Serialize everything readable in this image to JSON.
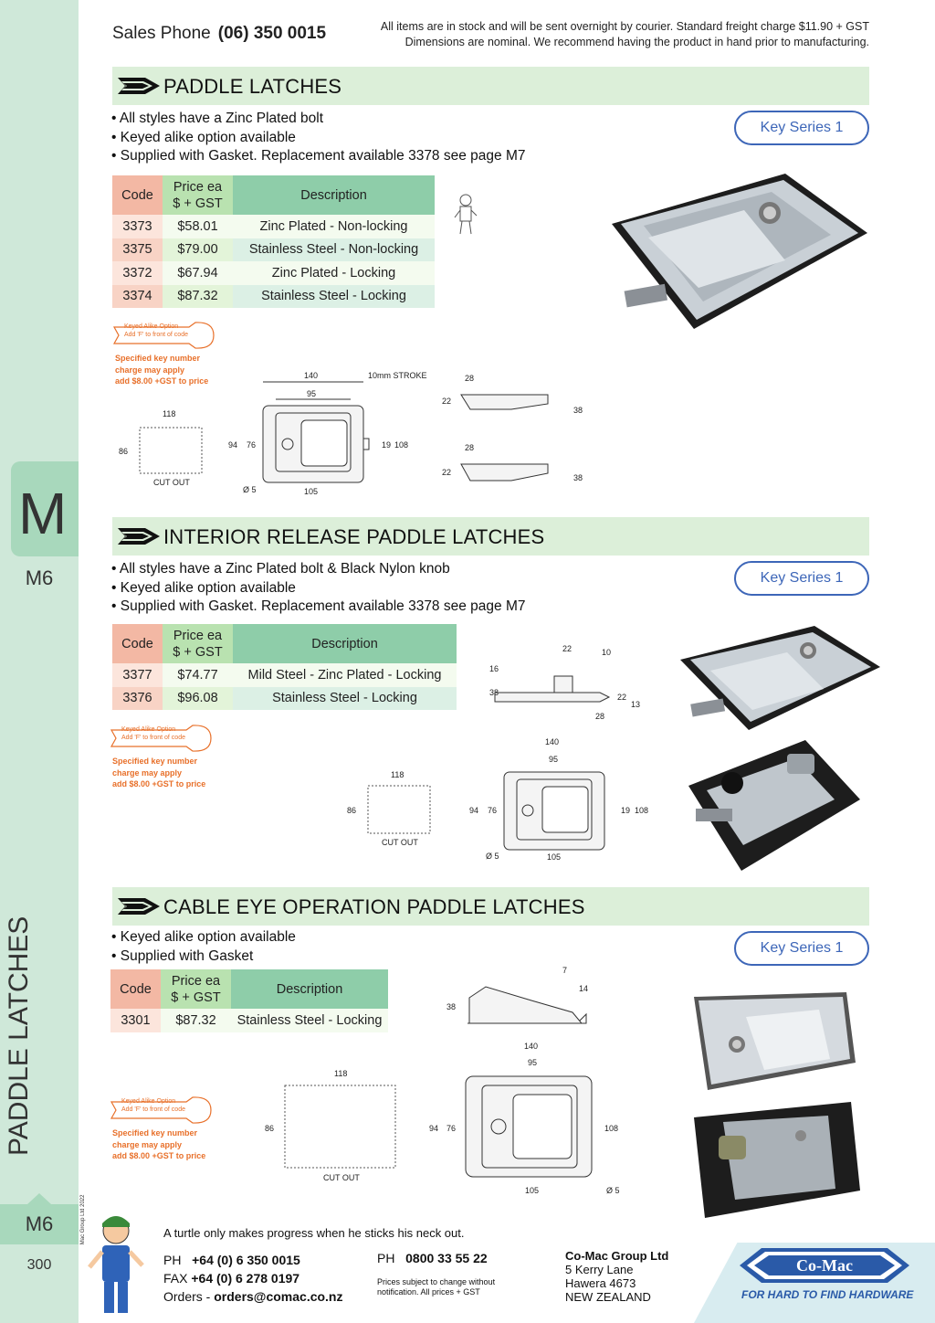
{
  "header": {
    "sales_label": "Sales Phone",
    "sales_phone": "(06) 350 0015",
    "notice_line1": "All items are in stock and will be sent overnight by courier. Standard freight charge $11.90 + GST",
    "notice_line2": "Dimensions are nominal. We recommend having the product in hand prior to manufacturing."
  },
  "sidebar": {
    "tab_letter": "M",
    "tab_code": "M6",
    "vertical_title": "PADDLE LATCHES",
    "bottom_code": "M6",
    "page_number": "300",
    "copyright": "© Co-Mac Group Ltd 2022"
  },
  "key_series_label": "Key Series 1",
  "table_headers": {
    "code": "Code",
    "price_line1": "Price ea",
    "price_line2": "$ + GST",
    "description": "Description"
  },
  "keytag": {
    "line1": "Keyed Alike Option",
    "line2": "Add 'F' to front of code",
    "spec1": "Specified key number",
    "spec2": "charge may apply",
    "spec3": "add $8.00 +GST to price"
  },
  "dims": {
    "cutout": "CUT OUT",
    "d118": "118",
    "d86": "86",
    "d140": "140",
    "d95": "95",
    "d94": "94",
    "d76": "76",
    "d19": "19",
    "d108": "108",
    "d105": "105",
    "d5": "Ø 5",
    "d28": "28",
    "d22": "22",
    "d38": "38",
    "stroke": "10mm STROKE",
    "d16": "16",
    "d10": "10",
    "d13": "13",
    "d7": "7",
    "d14": "14"
  },
  "sections": [
    {
      "title": "PADDLE LATCHES",
      "bullets": [
        "• All styles have a Zinc Plated bolt",
        "• Keyed alike option available",
        "• Supplied with Gasket. Replacement available 3378 see page M7"
      ],
      "rows": [
        {
          "code": "3373",
          "price": "$58.01",
          "description": "Zinc Plated - Non-locking"
        },
        {
          "code": "3375",
          "price": "$79.00",
          "description": "Stainless Steel - Non-locking"
        },
        {
          "code": "3372",
          "price": "$67.94",
          "description": "Zinc Plated - Locking"
        },
        {
          "code": "3374",
          "price": "$87.32",
          "description": "Stainless Steel - Locking"
        }
      ]
    },
    {
      "title": "INTERIOR RELEASE PADDLE LATCHES",
      "bullets": [
        "• All styles have a Zinc Plated bolt & Black Nylon knob",
        "• Keyed alike option available",
        "• Supplied with Gasket. Replacement available 3378 see page M7"
      ],
      "rows": [
        {
          "code": "3377",
          "price": "$74.77",
          "description": "Mild Steel - Zinc Plated - Locking"
        },
        {
          "code": "3376",
          "price": "$96.08",
          "description": "Stainless Steel - Locking"
        }
      ]
    },
    {
      "title": "CABLE EYE OPERATION PADDLE LATCHES",
      "bullets": [
        "• Keyed alike option available",
        "• Supplied with Gasket"
      ],
      "rows": [
        {
          "code": "3301",
          "price": "$87.32",
          "description": "Stainless Steel - Locking"
        }
      ]
    }
  ],
  "footer": {
    "turtle": "A turtle only makes progress when he sticks his neck out.",
    "ph_label": "PH",
    "ph": "+64 (0) 6 350 0015",
    "fax_label": "FAX",
    "fax": "+64 (0) 6 278 0197",
    "orders_label": "Orders -",
    "orders": "orders@comac.co.nz",
    "ph2_label": "PH",
    "ph2": "0800 33 55 22",
    "prices1": "Prices subject to change without",
    "prices2": "notification. All prices + GST",
    "company": "Co-Mac Group Ltd",
    "addr1": "5 Kerry Lane",
    "addr2": "Hawera 4673",
    "addr3": "NEW ZEALAND",
    "logo": "Co-Mac",
    "slogan": "FOR HARD TO FIND HARDWARE"
  },
  "colors": {
    "accent_green": "#dcefd9",
    "key_blue": "#3d66b8",
    "tag_orange": "#e8702a"
  }
}
